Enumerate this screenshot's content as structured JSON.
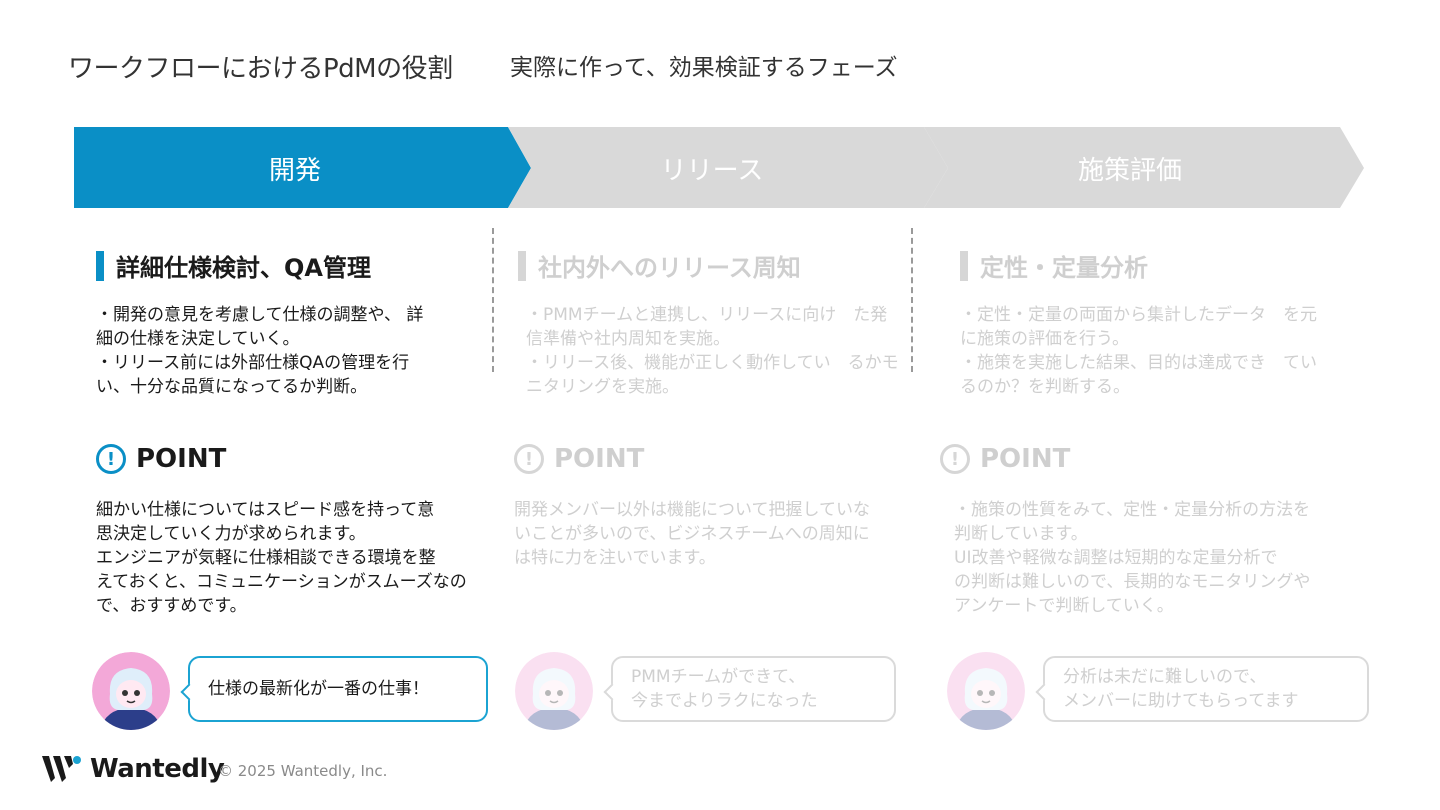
{
  "title": "ワークフローにおけるPdMの役割",
  "subtitle": "実際に作って、効果検証するフェーズ",
  "colors": {
    "accent": "#0a8fc6",
    "inactive_arrow": "#d9d9d9",
    "faded_text": "#cfcfcf"
  },
  "phases": [
    {
      "label": "開発"
    },
    {
      "label": "リリース"
    },
    {
      "label": "施策評価"
    }
  ],
  "columns": [
    {
      "heading": "詳細仕様検討、QA管理",
      "description": "・開発の意見を考慮して仕様の調整や、 詳\n細の仕様を決定していく。\n・リリース前には外部仕様QAの管理を行\nい、十分な品質になってるか判断。",
      "point_label": "POINT",
      "point_icon": "exclamation-circle-icon",
      "point_text": "細かい仕様についてはスピード感を持って意\n思決定していく力が求められます。\nエンジニアが気軽に仕様相談できる環境を整\nえておくと、コミュニケーションがスムーズなの\nで、おすすめです。",
      "bubble": "仕様の最新化が一番の仕事！"
    },
    {
      "heading": "社内外へのリリース周知",
      "description": "・PMMチームと連携し、リリースに向け　た発\n信準備や社内周知を実施。\n・リリース後、機能が正しく動作してい　るかモ\nニタリングを実施。",
      "point_label": "POINT",
      "point_icon": "exclamation-circle-icon",
      "point_text": "開発メンバー以外は機能について把握していな\nいことが多いので、ビジネスチームへの周知に\nは特に力を注いでいます。",
      "bubble": "PMMチームができて、\n今までよりラクになった"
    },
    {
      "heading": "定性・定量分析",
      "description": "・定性・定量の両面から集計したデータ　を元\nに施策の評価を行う。\n・施策を実施した結果、目的は達成でき　てい\nるのか？を判断する。",
      "point_label": "POINT",
      "point_icon": "exclamation-circle-icon",
      "point_text": "・施策の性質をみて、定性・定量分析の方法を\n判断しています。\nUI改善や軽微な調整は短期的な定量分析で\nの判断は難しいので、長期的なモニタリングや\nアンケートで判断していく。",
      "bubble": "分析は未だに難しいので、\nメンバーに助けてもらってます"
    }
  ],
  "footer": {
    "logo_text": "Wantedly",
    "copyright": "© 2025 Wantedly, Inc."
  }
}
